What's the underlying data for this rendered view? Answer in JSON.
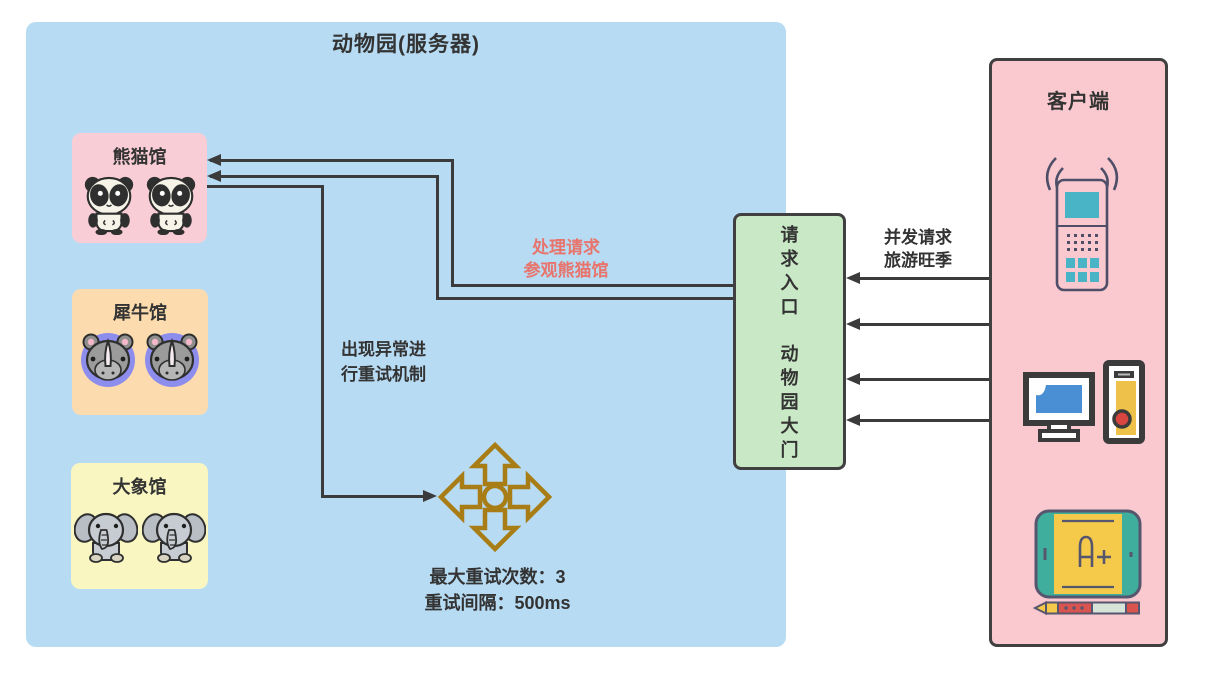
{
  "zoo": {
    "title": "动物园(服务器)",
    "halls": [
      {
        "label": "熊猫馆"
      },
      {
        "label": "犀牛馆"
      },
      {
        "label": "大象馆"
      }
    ]
  },
  "gate": {
    "line1": "请求入口",
    "line2": "动物园大门"
  },
  "client": {
    "title": "客户端"
  },
  "annotations": {
    "handle_request_line1": "处理请求",
    "handle_request_line2": "参观熊猫馆",
    "concurrent_line1": "并发请求",
    "concurrent_line2": "旅游旺季",
    "exception_line1": "出现异常进",
    "exception_line2": "行重试机制",
    "retry_max": "最大重试次数：3",
    "retry_interval": "重试间隔：500ms"
  },
  "icons": {
    "panda": "panda-icon",
    "rhino": "rhino-icon",
    "elephant": "elephant-icon",
    "retry_compass": "retry-arrows-icon",
    "phone": "mobile-phone-icon",
    "desktop": "desktop-computer-icon",
    "tablet": "tablet-stylus-icon"
  },
  "colors": {
    "zoo_bg": "#b7dbf3",
    "panda_hall_bg": "#f9cdd6",
    "rhino_hall_bg": "#fcdcae",
    "elephant_hall_bg": "#f9f6c2",
    "gate_bg": "#c9e8c5",
    "client_bg": "#f9c9cf",
    "line": "#3b3b3b",
    "highlight_text": "#e8756d",
    "retry_icon": "#a87d15",
    "screen_teal": "#49b4c6",
    "monitor_blue": "#4a8fd4",
    "device_yellow": "#eec14a",
    "device_red": "#d9453f",
    "tablet_green": "#3fae9c"
  }
}
